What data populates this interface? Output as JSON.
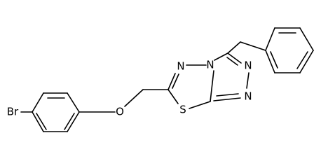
{
  "molecule": {
    "atoms": {
      "br": "Br",
      "o": "O",
      "s": "S",
      "n1": "N",
      "n2": "N",
      "n3": "N",
      "n4": "N"
    }
  },
  "colors": {
    "bond": "#000000",
    "text": "#000000",
    "background": "#ffffff"
  }
}
